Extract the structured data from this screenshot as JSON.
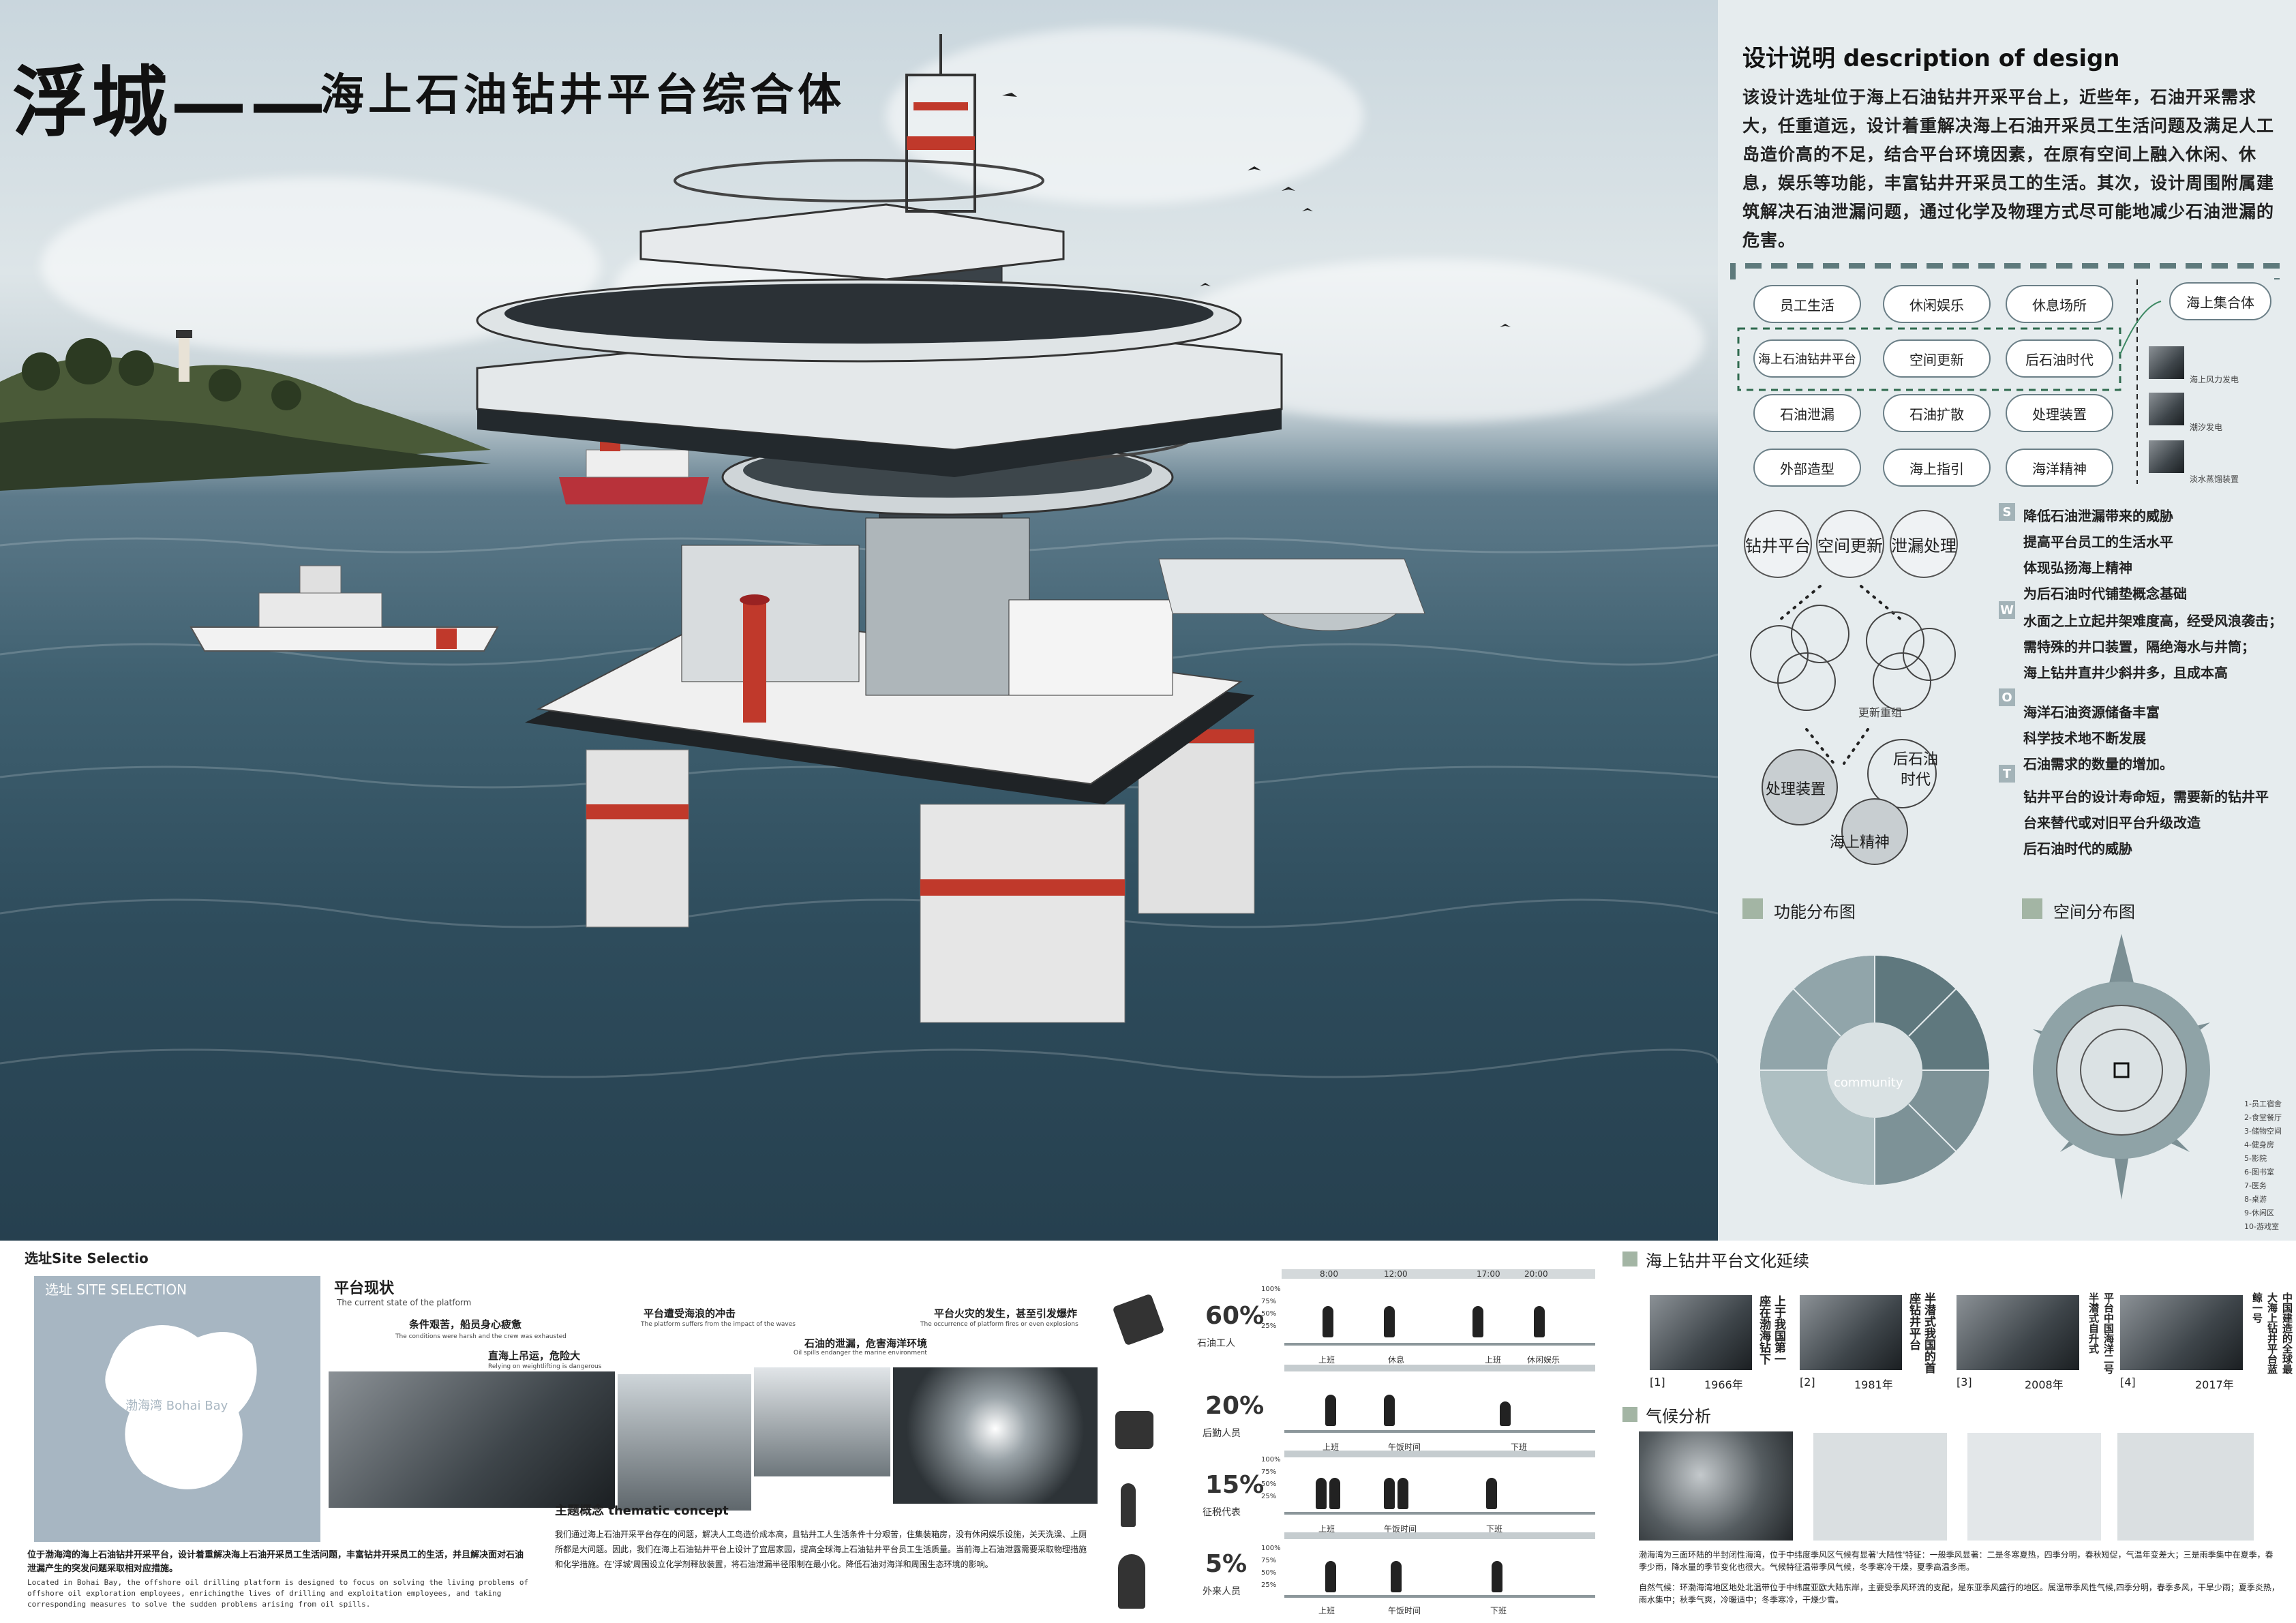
{
  "title": {
    "main": "浮城——",
    "sub": "海上石油钻井平台综合体"
  },
  "design": {
    "heading": "设计说明  description of design",
    "text": "该设计选址位于海上石油钻井开采平台上，近些年，石油开采需求大，任重道远，设计着重解决海上石油开采员工生活问题及满足人工岛造价高的不足，结合平台环境因素，在原有空间上融入休闲、休息，娱乐等功能，丰富钻井开采员工的生活。其次，设计周围附属建筑解决石油泄漏问题，通过化学及物理方式尽可能地减少石油泄漏的危害。"
  },
  "pills": [
    "员工生活",
    "休闲娱乐",
    "休息场所",
    "海上石油钻井平台",
    "空间更新",
    "后石油时代",
    "石油泄漏",
    "石油扩散",
    "处理装置",
    "外部造型",
    "海上指引",
    "海洋精神"
  ],
  "collection": {
    "label": "海上集合体",
    "items": [
      "海上风力发电",
      "潮汐发电",
      "淡水蒸馏装置"
    ]
  },
  "circles_top": [
    "钻井平台",
    "空间更新",
    "泄漏处理"
  ],
  "circles_mid_label": "更新重组",
  "circles_bottom": [
    "处理装置",
    "后石油\n时代",
    "海上精神"
  ],
  "swot": [
    {
      "letter": "S",
      "lines": [
        "降低石油泄漏带来的威胁",
        "提高平台员工的生活水平",
        "体现弘扬海上精神",
        "为后石油时代铺垫概念基础"
      ]
    },
    {
      "letter": "W",
      "lines": [
        "水面之上立起井架难度高，经受风浪袭击；",
        "需特殊的井口装置，隔绝海水与井筒；",
        "海上钻井直井少斜井多，且成本高"
      ]
    },
    {
      "letter": "O",
      "lines": [
        "海洋石油资源储备丰富",
        "科学技术地不断发展",
        "石油需求的数量的增加。"
      ]
    },
    {
      "letter": "T",
      "lines": [
        "钻井平台的设计寿命短，需要新的钻井平",
        "台来替代或对旧平台升级改造",
        "后石油时代的威胁"
      ]
    }
  ],
  "func_map": "功能分布图",
  "space_map": "空间分布图",
  "func_center": "community",
  "space_legend": [
    "1-员工宿舍",
    "2-食堂餐厅",
    "3-储物空间",
    "4-健身房",
    "5-影院",
    "6-图书室",
    "7-医务",
    "8-桌游",
    "9-休闲区",
    "10-游戏室"
  ],
  "site": {
    "heading": "选址Site Selectio",
    "map_title": "选址 SITE SELECTION",
    "map_label": "渤海湾 Bohai Bay",
    "cn": "位于渤海湾的海上石油钻井开采平台，设计着重解决海上石油开采员工生活问题，丰富钻井开采员工的生活，并且解决面对石油泄漏产生的突发问题采取相对应措施。",
    "en": "Located in Bohai Bay, the offshore oil drilling platform is designed to focus on solving the living problems of offshore oil exploration employees, enrichingthe lives of drilling and exploitation employees, and taking corresponding measures to solve the sudden problems arising from oil spills."
  },
  "status": {
    "heading": "平台现状",
    "sub": "The current state of the platform",
    "items": [
      {
        "title": "条件艰苦，船员身心疲惫",
        "en": "The conditions were harsh and the crew was exhausted"
      },
      {
        "title": "直海上吊运，危险大",
        "en": "Relying on weightlifting is dangerous"
      },
      {
        "title": "平台遭受海浪的冲击",
        "en": "The platform suffers from the impact of the waves"
      },
      {
        "title": "石油的泄漏，危害海洋环境",
        "en": "Oil spills endanger the marine environment"
      },
      {
        "title": "平台火灾的发生，甚至引发爆炸",
        "en": "The occurrence of platform fires or even explosions"
      }
    ]
  },
  "theme": {
    "heading": "主题概念 thematic concept",
    "text": "我们通过海上石油开采平台存在的问题，解决人工岛造价成本高，且钻井工人生活条件十分艰苦，住集装箱房，没有休闲娱乐设施，关天洗澡、上厕所都是大问题。因此，我们在海上石油钻井平台上设计了宜居家园，提高全球海上石油钻井平台员工生活质量。当前海上石油泄露需要采取物理措施和化学措施。在'浮城'周围设立化学剂释放装置，将石油泄漏半径限制在最小化。降低石油对海洋和周围生态环境的影响。"
  },
  "staff": [
    {
      "pct": "60%",
      "role": "石油工人",
      "events": [
        "上班",
        "休息",
        "上班",
        "休闲娱乐"
      ]
    },
    {
      "pct": "20%",
      "role": "后勤人员",
      "events": [
        "上班",
        "午饭时间",
        "下班"
      ]
    },
    {
      "pct": "15%",
      "role": "征税代表",
      "events": [
        "上班",
        "午饭时间",
        "下班"
      ]
    },
    {
      "pct": "5%",
      "role": "外来人员",
      "events": [
        "上班",
        "午饭时间",
        "下班"
      ]
    }
  ],
  "times": [
    "8:00",
    "12:00",
    "17:00",
    "20:00"
  ],
  "axis_ticks": [
    "100%",
    "75%",
    "50%",
    "25%"
  ],
  "culture": {
    "heading": "海上钻井平台文化延续",
    "items": [
      {
        "idx": "[1]",
        "year": "1966年",
        "text": "上于我国第一座在渤海钻下"
      },
      {
        "idx": "[2]",
        "year": "1981年",
        "text": "半潜式我国的首座钻井平台"
      },
      {
        "idx": "[3]",
        "year": "2008年",
        "text": "平台中国海洋二号半潜式自升式"
      },
      {
        "idx": "[4]",
        "year": "2017年",
        "text": "中国建造的全球最大海上钻井平台蓝鲸一号"
      }
    ]
  },
  "climate": {
    "heading": "气候分析",
    "text1": "渤海湾为三面环陆的半封闭性海湾，位于中纬度季风区气候有显著'大陆性'特征：一般季风显著：二是冬寒夏热，四季分明，春秋短促，气温年变差大；三是雨季集中在夏季，春季少雨，降水量的季节变化也很大。气候特征温带季风气候，冬季寒冷干燥，夏季高温多雨。",
    "text2": "自然气候：环渤海湾地区地处北温带位于中纬度亚欧大陆东岸，主要受季风环流的支配，是东亚季风盛行的地区。属温带季风性气候,四季分明，春季多风，干旱少雨；夏季炎热，雨水集中；秋季气爽，冷暖适中；冬季寒冷，干燥少雪。"
  }
}
